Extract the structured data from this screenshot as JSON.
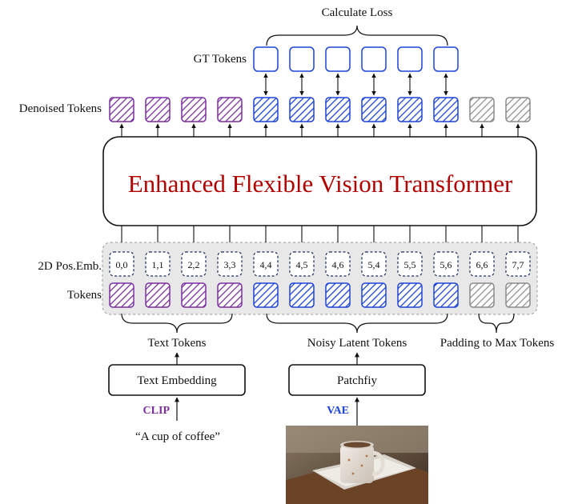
{
  "top_label": "Calculate Loss",
  "row_labels": {
    "gt": "GT Tokens",
    "denoised": "Denoised Tokens",
    "pos": "2D Pos.Emb.",
    "tokens": "Tokens"
  },
  "transformer_title": "Enhanced Flexible Vision Transformer",
  "pos_emb": [
    "0,0",
    "1,1",
    "2,2",
    "3,3",
    "4,4",
    "4,5",
    "4,6",
    "5,4",
    "5,5",
    "5,6",
    "6,6",
    "7,7"
  ],
  "token_types": [
    "text",
    "text",
    "text",
    "text",
    "latent",
    "latent",
    "latent",
    "latent",
    "latent",
    "latent",
    "pad",
    "pad"
  ],
  "group_labels": {
    "text": "Text Tokens",
    "latent": "Noisy Latent Tokens",
    "pad": "Padding to Max Tokens"
  },
  "text_embedding": "Text Embedding",
  "patchify": "Patchfiy",
  "clip_label": "CLIP",
  "vae_label": "VAE",
  "prompt": "“A cup of coffee”",
  "colors": {
    "text": "#7a2fa0",
    "latent": "#1d44d6",
    "pad": "#8a8a8a",
    "title": "#b00000",
    "clip": "#7a2fa0",
    "vae": "#1d44d6"
  },
  "image_description_icon": "coffee-cup-photo"
}
